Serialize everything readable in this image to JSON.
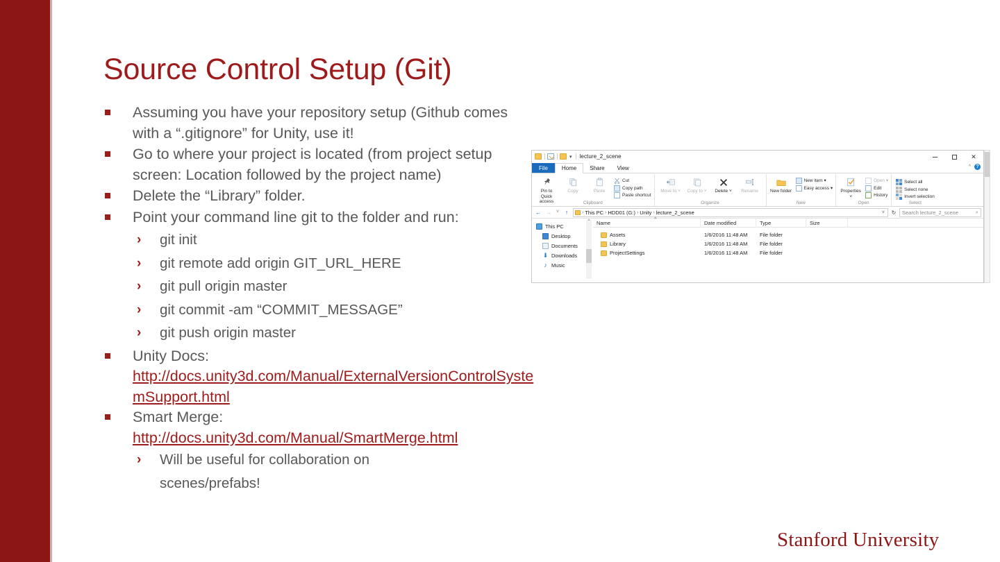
{
  "slide": {
    "title": "Source Control Setup (Git)",
    "wordmark": "Stanford University",
    "accent_color": "#8C1515",
    "title_color": "#9E1B1B",
    "body_text_color": "#585858",
    "bullets": [
      {
        "level": 1,
        "text": "Assuming you have your repository setup (Github comes with a “.gitignore” for Unity, use it!"
      },
      {
        "level": 1,
        "text": "Go to where your project is located (from project setup screen: Location followed by the project name)"
      },
      {
        "level": 1,
        "text": "Delete the “Library” folder."
      },
      {
        "level": 1,
        "text": "Point your command line git to the folder and run:"
      },
      {
        "level": 2,
        "text": "git init"
      },
      {
        "level": 2,
        "text": "git remote add origin GIT_URL_HERE"
      },
      {
        "level": 2,
        "text": "git pull origin master"
      },
      {
        "level": 2,
        "text": "git commit -am “COMMIT_MESSAGE”"
      },
      {
        "level": 2,
        "text": "git push origin master"
      }
    ],
    "links": {
      "unity_docs_label": "Unity Docs:",
      "unity_docs_url": "http://docs.unity3d.com/Manual/ExternalVersionControlSystemSupport.html",
      "smart_merge_label": "Smart Merge:",
      "smart_merge_url": "http://docs.unity3d.com/Manual/SmartMerge.html",
      "smart_merge_note": "Will be useful for collaboration on scenes/prefabs!"
    }
  },
  "explorer": {
    "title": "lecture_2_scene",
    "quick_access": [
      "folder-icon",
      "properties-icon",
      "new-folder-icon",
      "customize-caret"
    ],
    "window_buttons": {
      "minimize": "–",
      "maximize": "□",
      "close": "✕"
    },
    "ribbon_collapse": "⌃",
    "help": "?",
    "tabs": [
      {
        "label": "File",
        "kind": "file"
      },
      {
        "label": "Home",
        "kind": "active"
      },
      {
        "label": "Share",
        "kind": "normal"
      },
      {
        "label": "View",
        "kind": "normal"
      }
    ],
    "ribbon_groups": [
      {
        "label": "Clipboard",
        "big_buttons": [
          {
            "label": "Pin to Quick access",
            "icon": "pin-icon"
          },
          {
            "label": "Copy",
            "icon": "copy-icon"
          },
          {
            "label": "Paste",
            "icon": "paste-icon"
          }
        ],
        "small_buttons": [
          {
            "label": "Cut",
            "icon": "scissors-icon"
          },
          {
            "label": "Copy path",
            "icon": "copy-path-icon"
          },
          {
            "label": "Paste shortcut",
            "icon": "paste-shortcut-icon"
          }
        ]
      },
      {
        "label": "Organize",
        "big_buttons": [
          {
            "label": "Move to ˅",
            "icon": "move-to-icon"
          },
          {
            "label": "Copy to ˅",
            "icon": "copy-to-icon"
          },
          {
            "label": "Delete ˅",
            "icon": "delete-icon"
          },
          {
            "label": "Rename",
            "icon": "rename-icon"
          }
        ],
        "small_buttons": []
      },
      {
        "label": "New",
        "big_buttons": [
          {
            "label": "New folder",
            "icon": "new-folder-icon"
          }
        ],
        "small_buttons": [
          {
            "label": "New item ▾",
            "icon": "new-item-icon"
          },
          {
            "label": "Easy access ▾",
            "icon": "easy-access-icon"
          }
        ]
      },
      {
        "label": "Open",
        "big_buttons": [
          {
            "label": "Properties ˅",
            "icon": "properties-icon"
          }
        ],
        "small_buttons": [
          {
            "label": "Open ▾",
            "icon": "open-icon"
          },
          {
            "label": "Edit",
            "icon": "edit-icon"
          },
          {
            "label": "History",
            "icon": "history-icon"
          }
        ]
      },
      {
        "label": "Select",
        "big_buttons": [],
        "small_buttons": [
          {
            "label": "Select all",
            "icon": "select-all-icon"
          },
          {
            "label": "Select none",
            "icon": "select-none-icon"
          },
          {
            "label": "Invert selection",
            "icon": "invert-selection-icon"
          }
        ]
      }
    ],
    "address_bar": {
      "back": "←",
      "forward": "→",
      "recent": "˅",
      "up": "↑",
      "breadcrumbs": [
        "This PC",
        "HDD01 (G:)",
        "Unity",
        "lecture_2_scene"
      ],
      "separator": "›",
      "dropdown": "˅",
      "refresh": "↻"
    },
    "search": {
      "placeholder": "Search lecture_2_scene",
      "icon": "search-icon"
    },
    "nav_pane": [
      {
        "label": "This PC",
        "icon": "pc-icon",
        "level": 0
      },
      {
        "label": "Desktop",
        "icon": "desktop-icon",
        "level": 1
      },
      {
        "label": "Documents",
        "icon": "documents-icon",
        "level": 1
      },
      {
        "label": "Downloads",
        "icon": "downloads-icon",
        "level": 1
      },
      {
        "label": "Music",
        "icon": "music-icon",
        "level": 1
      }
    ],
    "columns": [
      "Name",
      "Date modified",
      "Type",
      "Size"
    ],
    "files": [
      {
        "name": "Assets",
        "modified": "1/6/2016 11:48 AM",
        "type": "File folder",
        "size": ""
      },
      {
        "name": "Library",
        "modified": "1/6/2016 11:48 AM",
        "type": "File folder",
        "size": ""
      },
      {
        "name": "ProjectSettings",
        "modified": "1/6/2016 11:48 AM",
        "type": "File folder",
        "size": ""
      }
    ]
  }
}
